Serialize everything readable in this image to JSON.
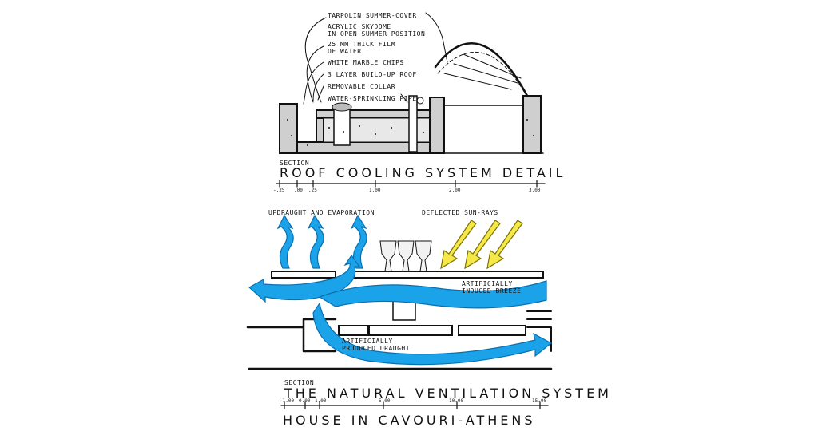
{
  "roof_section": {
    "labels": [
      "TARPOLIN SUMMER-COVER",
      "ACRYLIC SKYDOME",
      "IN OPEN SUMMER POSITION",
      "25 MM THICK FILM",
      "OF WATER",
      "WHITE MARBLE CHIPS",
      "3 LAYER BUILD-UP ROOF",
      "REMOVABLE COLLAR",
      "WATER-SPRINKLING PIPE"
    ],
    "section_label": "SECTION",
    "title": "ROOF COOLING SYSTEM DETAIL",
    "scale_ticks": [
      "-.25",
      ".00",
      ".25",
      "1.00",
      "2.00",
      "3.00"
    ]
  },
  "ventilation_section": {
    "label_updraught": "UPDRAUGHT AND EVAPORATION",
    "label_sunrays": "DEFLECTED SUN-RAYS",
    "label_breeze_1": "ARTIFICIALLY",
    "label_breeze_2": "INDUCED BREEZE",
    "label_draught_1": "ARTIFICIALLY",
    "label_draught_2": "PRODUCED DRAUGHT",
    "section_label": "SECTION",
    "title": "THE NATURAL VENTILATION SYSTEM",
    "scale_ticks": [
      "-1.00",
      "0.00",
      "1.00",
      "5.00",
      "10.00",
      "15.00"
    ]
  },
  "sheet_title": "HOUSE IN CAVOURI-ATHENS",
  "colors": {
    "water": "#1aa3e8",
    "sunrays": "#f7e84a",
    "ink": "#111111"
  }
}
